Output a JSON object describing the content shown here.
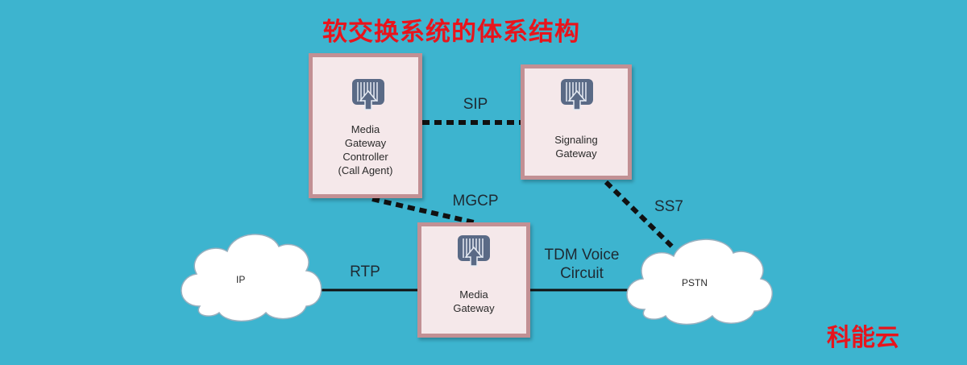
{
  "title": "软交换系统的体系结构",
  "brand": "科能云",
  "colors": {
    "background": "#3db4cf",
    "title": "#e8141c",
    "box_fill": "#f5e8ea",
    "box_border": "#c29094",
    "icon_fill": "#5a6a86",
    "link": "#111111"
  },
  "nodes": {
    "mgc": {
      "label": "Media\nGateway\nController\n(Call Agent)",
      "icon": "gateway-device-icon"
    },
    "sg": {
      "label": "Signaling\nGateway",
      "icon": "gateway-device-icon"
    },
    "mg": {
      "label": "Media\nGateway",
      "icon": "gateway-device-icon"
    },
    "ip": {
      "label": "IP",
      "icon": "cloud-icon"
    },
    "pstn": {
      "label": "PSTN",
      "icon": "cloud-icon"
    }
  },
  "links": {
    "sip": "SIP",
    "mgcp": "MGCP",
    "ss7": "SS7",
    "rtp": "RTP",
    "tdm": "TDM Voice\nCircuit"
  }
}
